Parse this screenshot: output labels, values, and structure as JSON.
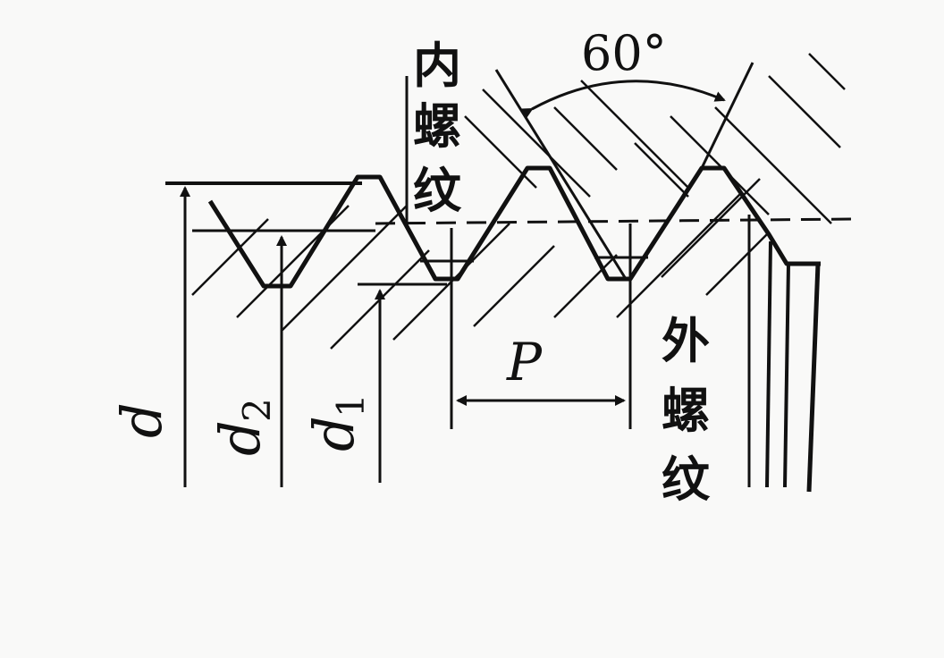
{
  "labels": {
    "internal_thread": [
      "内",
      "螺",
      "纹"
    ],
    "external_thread": [
      "外",
      "螺",
      "纹"
    ],
    "angle": "60°",
    "pitch": "P",
    "major_diameter": "d",
    "pitch_diameter": {
      "base": "d",
      "sub": "2"
    },
    "minor_diameter": {
      "base": "d",
      "sub": "1"
    }
  },
  "colors": {
    "ink": "#111111",
    "paper": "#f9f9f8"
  }
}
